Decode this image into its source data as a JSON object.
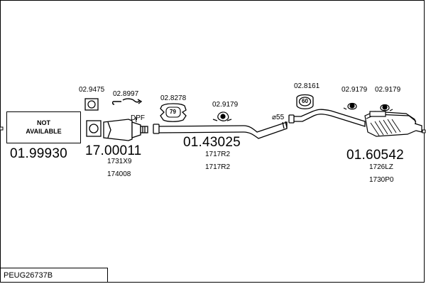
{
  "diagram_code": "PEUG26737B",
  "not_available": {
    "line1": "NOT",
    "line2": "AVAILABLE"
  },
  "part_numbers": {
    "front": "01.99930",
    "dpf": "17.00011",
    "middle": "01.43025",
    "rear": "01.60542"
  },
  "sub_references": {
    "dpf_a": "1731X9",
    "dpf_b": "174008",
    "middle_a": "1717R2",
    "middle_b": "1717R2",
    "rear_a": "1726LZ",
    "rear_b": "1730P0"
  },
  "accessory_refs": {
    "gasket": "02.9475",
    "clamp": "02.8997",
    "mount_front": "02.8278",
    "mount_mid": "02.9179",
    "ring": "02.8161",
    "mount_rear_1": "02.9179",
    "mount_rear_2": "02.9179"
  },
  "labels": {
    "dpf": "DPF",
    "diameter": "⌀55",
    "mount_front_badge": "79",
    "ring_badge": "60"
  }
}
